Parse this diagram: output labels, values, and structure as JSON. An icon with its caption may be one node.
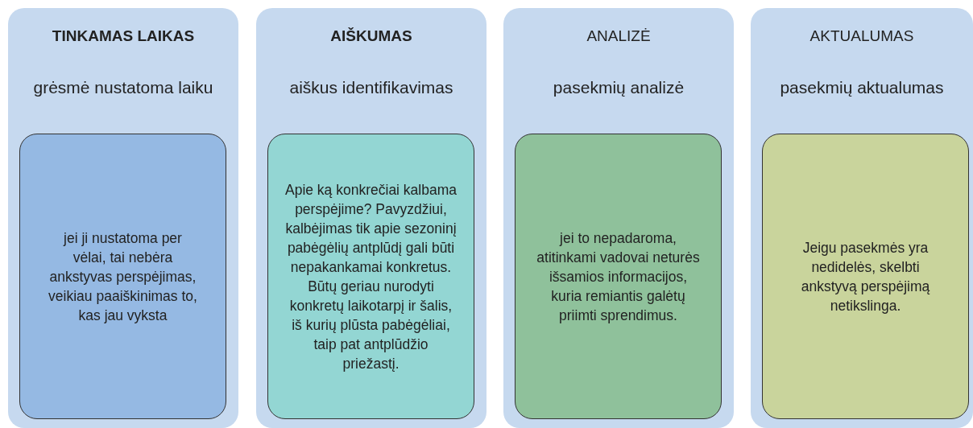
{
  "diagram": {
    "nodes": [
      {
        "text": [
          "TINKAMAS LAIKAS",
          "grėsmė nustatoma laiku"
        ]
      },
      {
        "text": [
          "jei ji nustatoma per vėlai, tai nebėra ankstyvas perspėjimas, veikiau paaiškinimas to, kas jau vyksta"
        ],
        "in": 0
      },
      {
        "text": [
          "AIŠKUMAS",
          "aiškus identifikavimas"
        ]
      },
      {
        "text": [
          "Apie ką konkrečiai kalbama perspėjime? Pavyzdžiui, kalbėjimas tik apie sezoninį pabėgėlių antplūdį gali būti nepakankamai konkretus. Būtų geriau nurodyti konkretų laikotarpį ir šalis, iš kurių plūsta pabėgėliai, taip pat antplūdžio priežastį."
        ],
        "in": 2
      },
      {
        "text": [
          "ANALIZĖ",
          "pasekmių analizė"
        ]
      },
      {
        "text": [
          "jei to nepadaroma, atitinkami vadovai neturės išsamios informacijos, kuria remiantis galėtų priimti sprendimus."
        ],
        "in": 4
      },
      {
        "text": [
          "AKTUALUMAS",
          "pasekmių aktualumas"
        ]
      },
      {
        "text": [
          "Jeigu pasekmės yra nedidelės, skelbti ankstyvą perspėjimą netikslinga."
        ],
        "in": 6
      }
    ],
    "edges": []
  }
}
